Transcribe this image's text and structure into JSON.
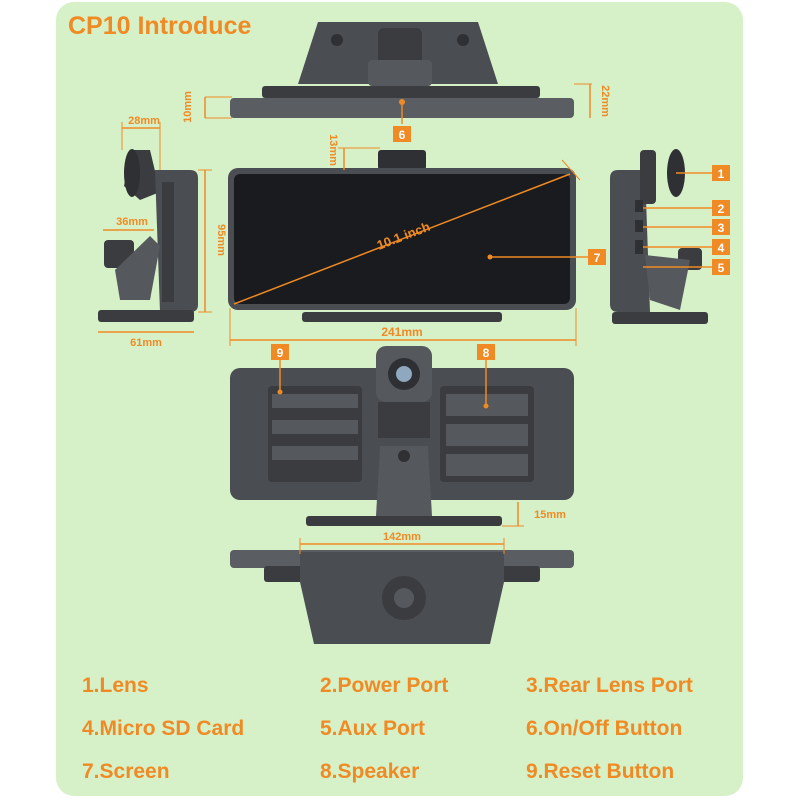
{
  "title": "CP10 Introduce",
  "colors": {
    "background": "#d6f1c8",
    "accent": "#f08a24",
    "device": "#4a4d52",
    "device_dark": "#2e3034",
    "screen": "#1a1b1e",
    "dimension_line": "#f08a24"
  },
  "dimensions": {
    "top_thickness": "10mm",
    "top_height": "22mm",
    "mount_depth": "28mm",
    "lens_height": "13mm",
    "base_depth": "36mm",
    "screen_height": "95mm",
    "base_width": "61mm",
    "screen_width": "241mm",
    "diagonal": "10.1  inch",
    "back_gap": "15mm",
    "bottom_width": "142mm"
  },
  "callouts": {
    "c1": "1",
    "c2": "2",
    "c3": "3",
    "c4": "4",
    "c5": "5",
    "c6": "6",
    "c7": "7",
    "c8": "8",
    "c9": "9"
  },
  "legend": [
    "1.Lens",
    "2.Power Port",
    "3.Rear Lens Port",
    "4.Micro SD Card",
    "5.Aux Port",
    "6.On/Off Button",
    "7.Screen",
    "8.Speaker",
    "9.Reset Button"
  ]
}
